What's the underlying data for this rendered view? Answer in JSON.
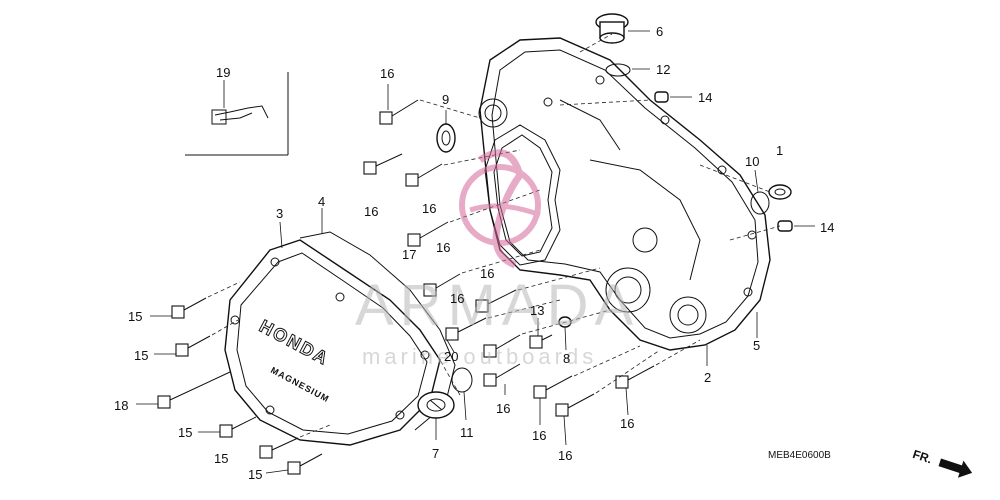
{
  "diagram": {
    "diagram_code": "MEB4E0600B",
    "direction_label": "FR.",
    "cover_text": {
      "brand": "HONDA",
      "material": "MAGNESIUM"
    },
    "watermark": {
      "brand": "ARMADA",
      "tagline": "marine outboards",
      "color": "#d4689a"
    },
    "callouts": [
      {
        "id": "c1",
        "text": "1"
      },
      {
        "id": "c2",
        "text": "2"
      },
      {
        "id": "c3",
        "text": "3"
      },
      {
        "id": "c4",
        "text": "4"
      },
      {
        "id": "c5",
        "text": "5"
      },
      {
        "id": "c6",
        "text": "6"
      },
      {
        "id": "c7",
        "text": "7"
      },
      {
        "id": "c8",
        "text": "8"
      },
      {
        "id": "c9",
        "text": "9"
      },
      {
        "id": "c10",
        "text": "10"
      },
      {
        "id": "c11",
        "text": "11"
      },
      {
        "id": "c12",
        "text": "12"
      },
      {
        "id": "c13",
        "text": "13"
      },
      {
        "id": "c14a",
        "text": "14"
      },
      {
        "id": "c14b",
        "text": "14"
      },
      {
        "id": "c15a",
        "text": "15"
      },
      {
        "id": "c15b",
        "text": "15"
      },
      {
        "id": "c15c",
        "text": "15"
      },
      {
        "id": "c15d",
        "text": "15"
      },
      {
        "id": "c15e",
        "text": "15"
      },
      {
        "id": "c16a",
        "text": "16"
      },
      {
        "id": "c16b",
        "text": "16"
      },
      {
        "id": "c16c",
        "text": "16"
      },
      {
        "id": "c16d",
        "text": "16"
      },
      {
        "id": "c16e",
        "text": "16"
      },
      {
        "id": "c16f",
        "text": "16"
      },
      {
        "id": "c16g",
        "text": "16"
      },
      {
        "id": "c16h",
        "text": "16"
      },
      {
        "id": "c16i",
        "text": "16"
      },
      {
        "id": "c16j",
        "text": "16"
      },
      {
        "id": "c17",
        "text": "17"
      },
      {
        "id": "c18",
        "text": "18"
      },
      {
        "id": "c19",
        "text": "19"
      },
      {
        "id": "c20",
        "text": "20"
      }
    ]
  }
}
